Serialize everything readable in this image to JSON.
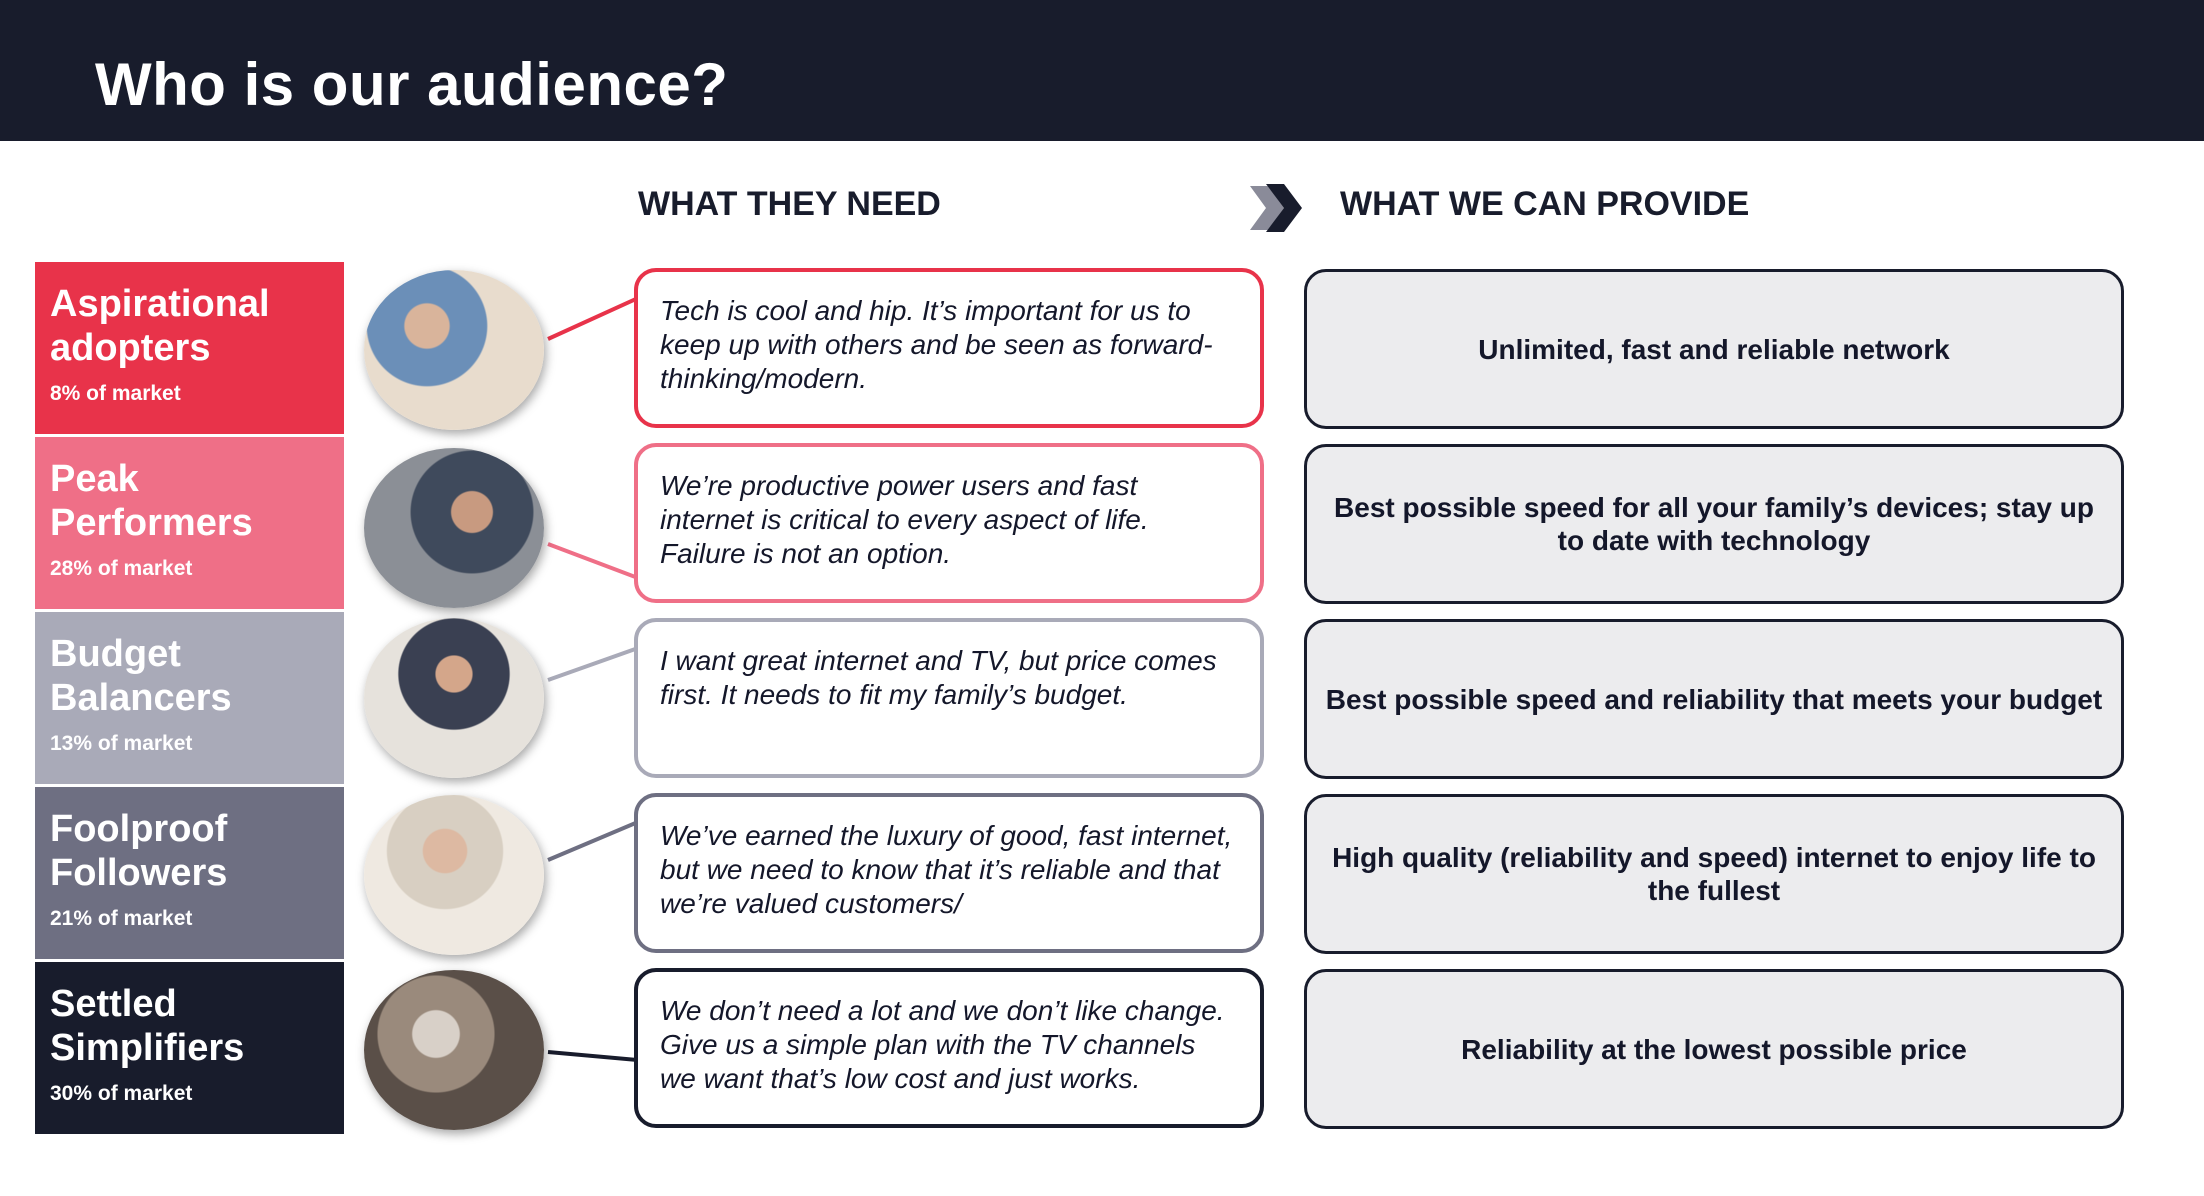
{
  "title": "Who is our audience?",
  "headings": {
    "need": "WHAT THEY NEED",
    "provide": "WHAT WE CAN PROVIDE"
  },
  "colors": {
    "header_bg": "#181c2c",
    "aspirational": "#e8334a",
    "peak": "#ef6f87",
    "budget": "#a9aab8",
    "foolproof": "#6e6f82",
    "settled": "#181c2c",
    "provide_bg": "#ececee"
  },
  "segments": [
    {
      "name": "Aspirational adopters",
      "share": "8% of market",
      "need": "Tech is cool and hip. It’s important for us to keep up with others and be seen as forward-thinking/modern.",
      "provide": "Unlimited, fast and reliable network",
      "photo_icon": "couple-with-tablet-photo"
    },
    {
      "name": "Peak Performers",
      "share": "28% of market",
      "need": "We’re productive power users and fast internet is critical to every aspect of life. Failure is not an option.",
      "provide": "Best possible speed for all your family’s devices; stay up to date with technology",
      "photo_icon": "father-and-son-laptop-photo"
    },
    {
      "name": "Budget Balancers",
      "share": "13% of market",
      "need": "I want great internet and TV, but price comes first. It needs to fit my family’s budget.",
      "provide": "Best possible speed and reliability that meets your budget",
      "photo_icon": "woman-with-bills-photo"
    },
    {
      "name": "Foolproof Followers",
      "share": "21% of market",
      "need": "We’ve earned the luxury of good, fast internet, but we need to know that it’s reliable and that we’re valued customers/",
      "provide": "High quality (reliability and speed) internet to enjoy life to the fullest",
      "photo_icon": "mature-couple-phone-photo"
    },
    {
      "name": "Settled Simplifiers",
      "share": "30% of market",
      "need": "We don’t need a lot and we don’t like change. Give us a simple plan with the TV channels we want that’s low cost and just works.",
      "provide": "Reliability at the lowest possible price",
      "photo_icon": "senior-couple-tv-photo"
    }
  ]
}
